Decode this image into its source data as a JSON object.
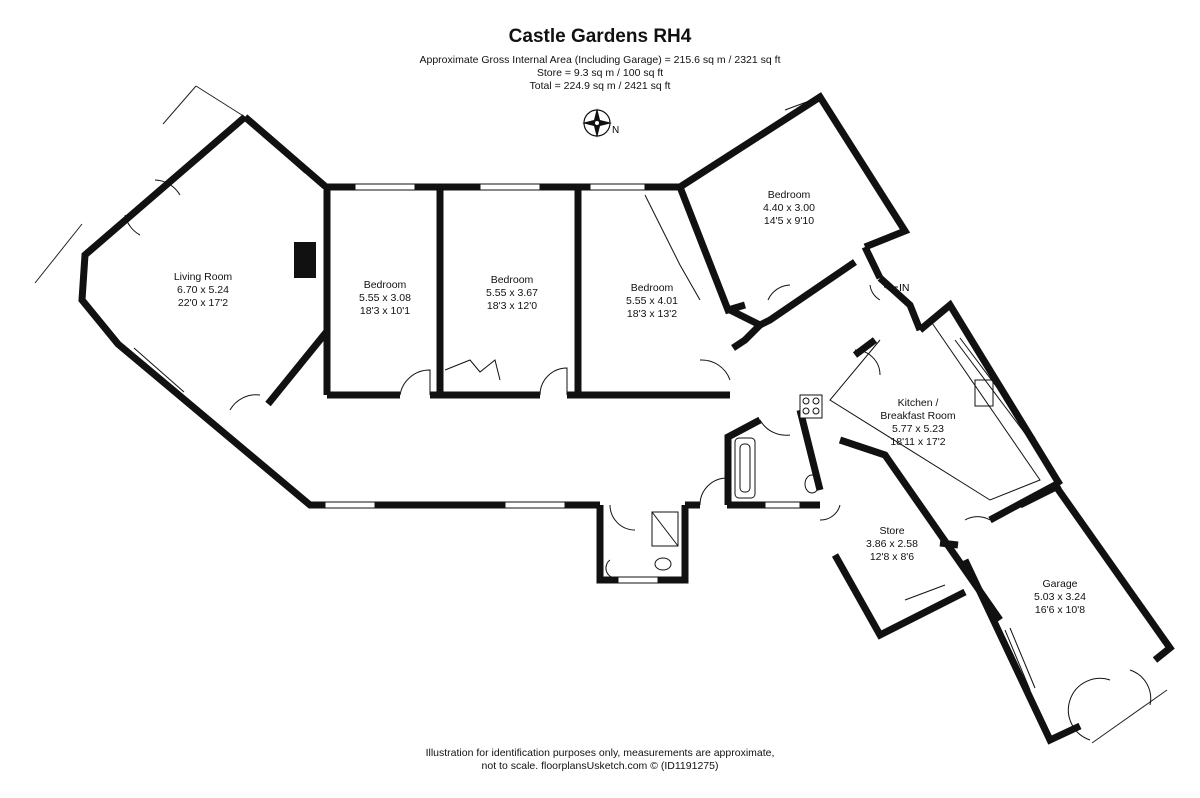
{
  "header": {
    "title": "Castle Gardens RH4",
    "area_lines": [
      "Approximate Gross Internal Area (Including Garage) = 215.6 sq m / 2321 sq ft",
      "Store = 9.3 sq m / 100 sq ft",
      "Total = 224.9 sq m / 2421 sq ft"
    ]
  },
  "compass": {
    "label": "N"
  },
  "entrance": {
    "label": "IN"
  },
  "rooms": [
    {
      "name": "Living Room",
      "metric": "6.70 x 5.24",
      "imperial": "22'0 x 17'2"
    },
    {
      "name": "Bedroom",
      "metric": "5.55 x 3.08",
      "imperial": "18'3 x 10'1"
    },
    {
      "name": "Bedroom",
      "metric": "5.55 x 3.67",
      "imperial": "18'3 x 12'0"
    },
    {
      "name": "Bedroom",
      "metric": "5.55 x 4.01",
      "imperial": "18'3 x 13'2"
    },
    {
      "name": "Bedroom",
      "metric": "4.40 x 3.00",
      "imperial": "14'5 x 9'10"
    },
    {
      "name": "Kitchen /",
      "name2": "Breakfast Room",
      "metric": "5.77 x 5.23",
      "imperial": "18'11 x 17'2"
    },
    {
      "name": "Store",
      "metric": "3.86 x 2.58",
      "imperial": "12'8 x 8'6"
    },
    {
      "name": "Garage",
      "metric": "5.03 x 3.24",
      "imperial": "16'6 x 10'8"
    }
  ],
  "footer": {
    "line1": "Illustration for identification purposes only, measurements are approximate,",
    "line2": "not to scale. floorplansUsketch.com © (ID1191275)"
  }
}
